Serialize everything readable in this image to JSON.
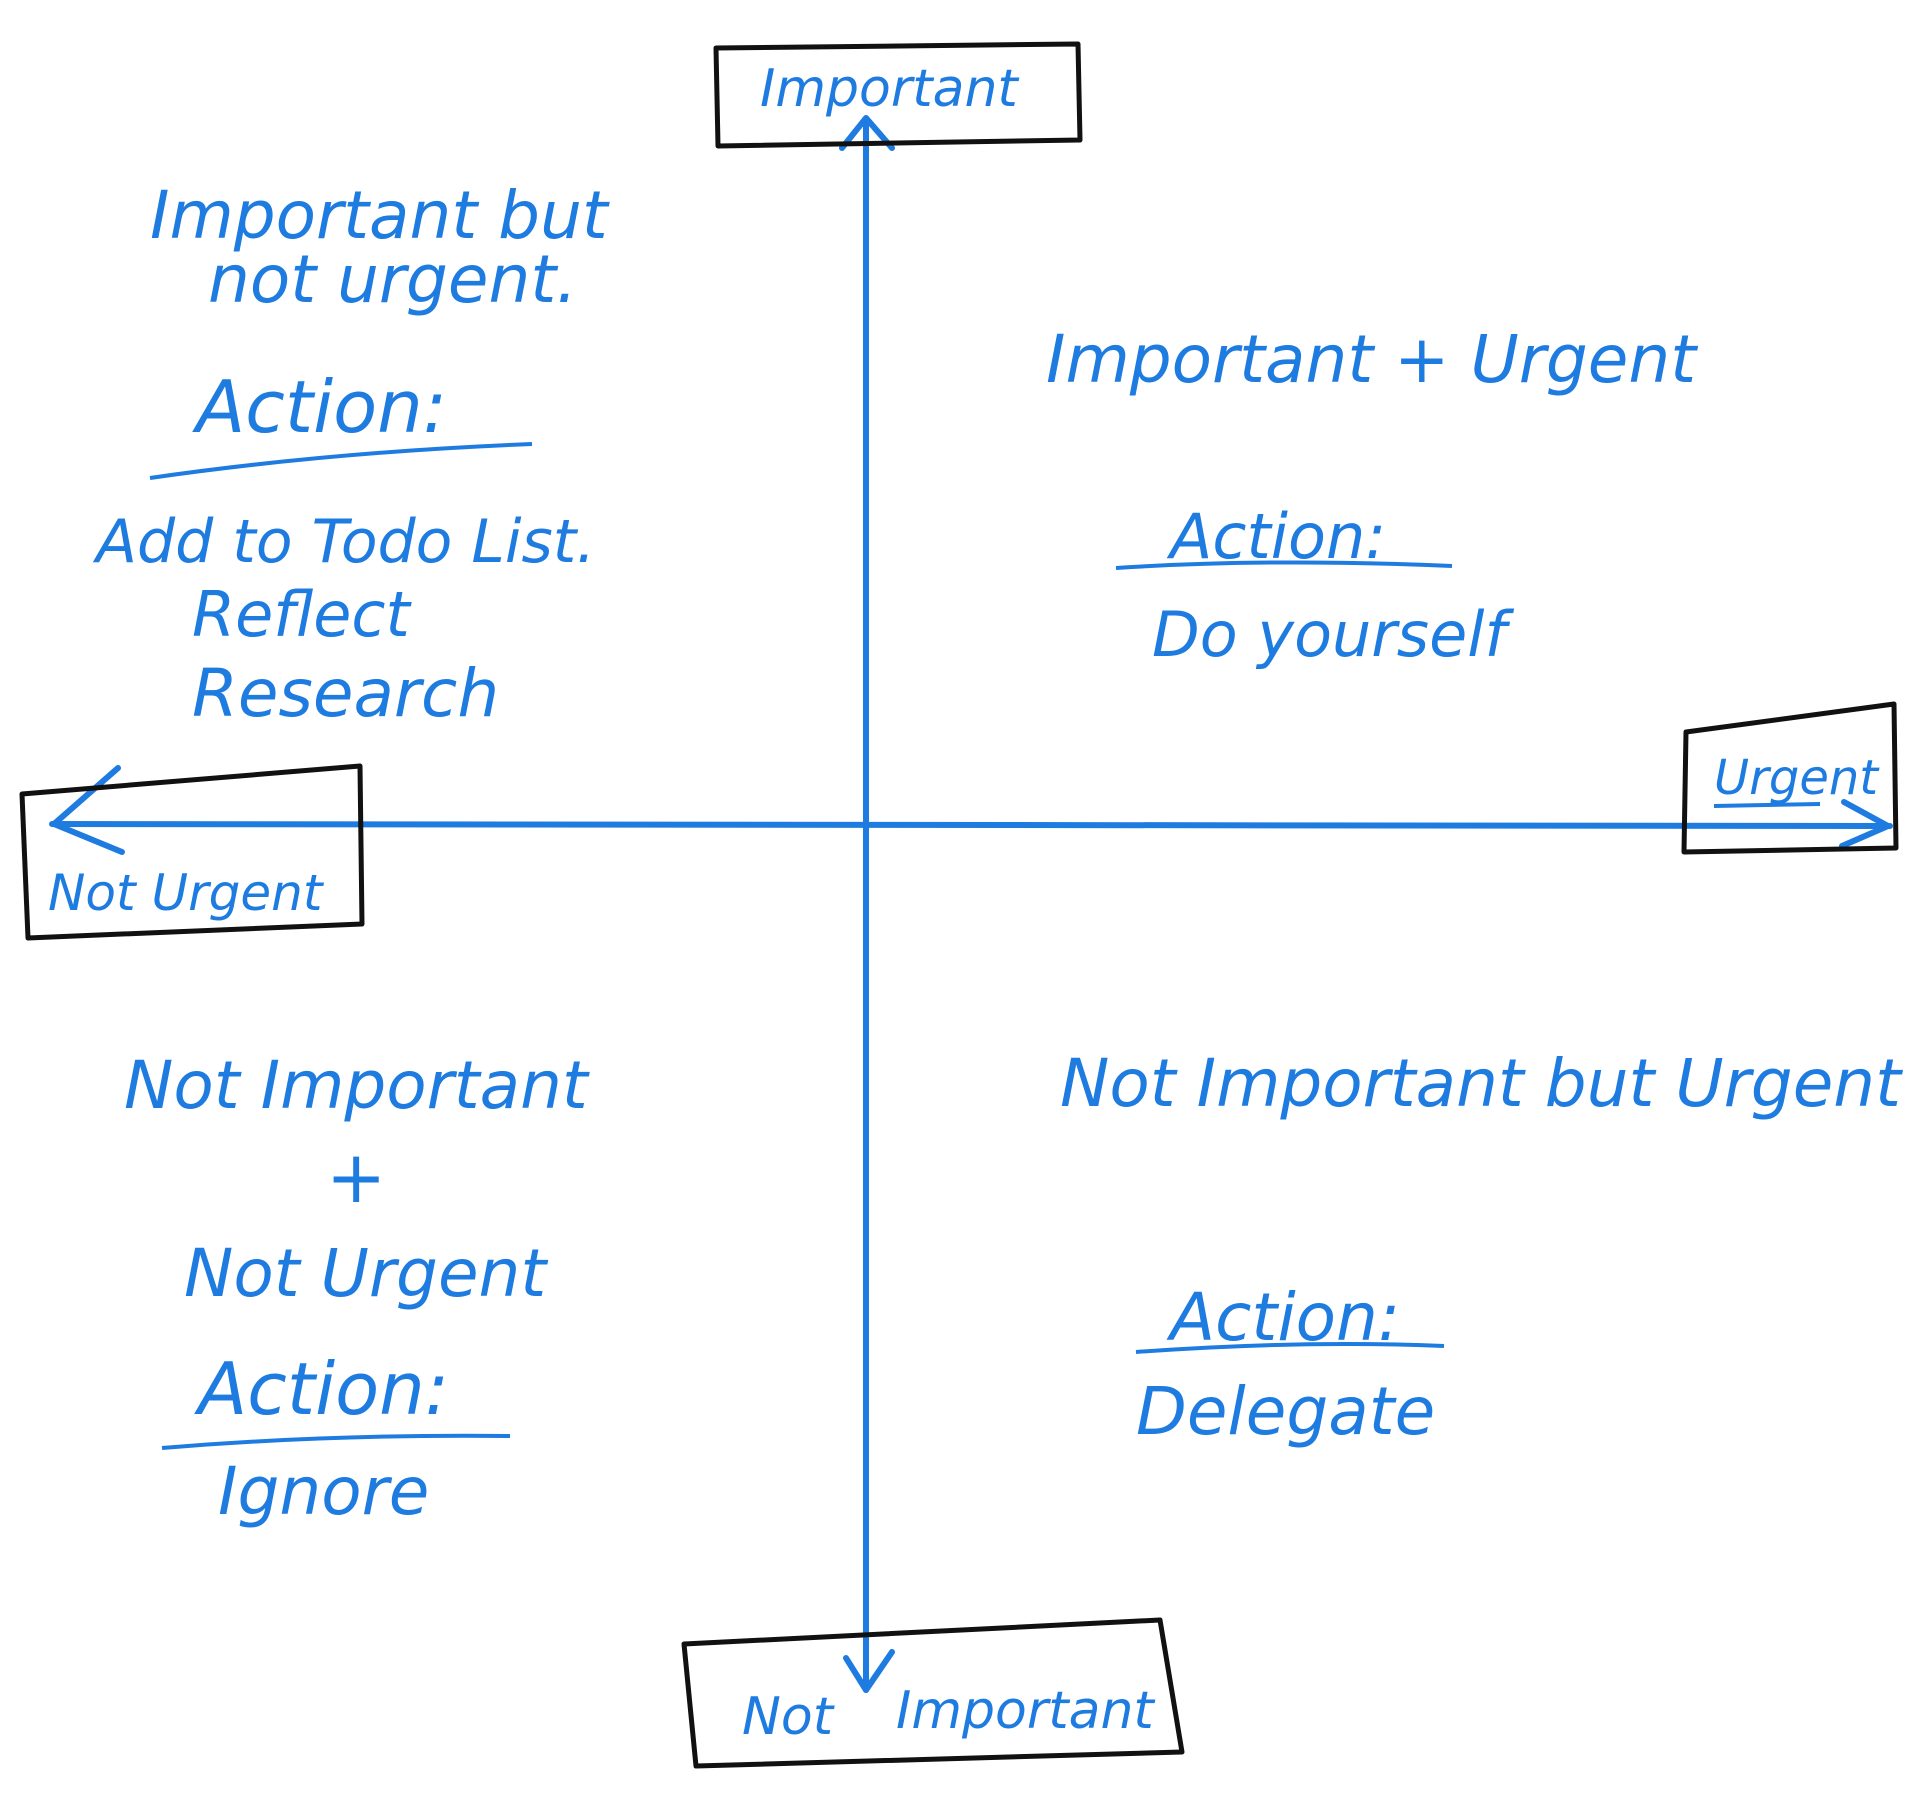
{
  "colors": {
    "ink_blue": "#1e7be0",
    "ink_black": "#111111",
    "background": "#ffffff"
  },
  "axes": {
    "top": "Important",
    "bottom_left": "Not",
    "bottom_right": "Important",
    "right": "Urgent",
    "left": "Not Urgent"
  },
  "quadrants": {
    "top_left": {
      "title_line1": "Important but",
      "title_line2": "not urgent.",
      "action_label": "Action:",
      "items": [
        "Add to Todo List.",
        "Reflect",
        "Research"
      ]
    },
    "top_right": {
      "title": "Important + Urgent",
      "action_label": "Action:",
      "items": [
        "Do yourself"
      ]
    },
    "bottom_left": {
      "title_line1": "Not Important",
      "title_line2": "+",
      "title_line3": "Not Urgent",
      "action_label": "Action:",
      "items": [
        "Ignore"
      ]
    },
    "bottom_right": {
      "title": "Not Important but Urgent",
      "action_label": "Action:",
      "items": [
        "Delegate"
      ]
    }
  }
}
